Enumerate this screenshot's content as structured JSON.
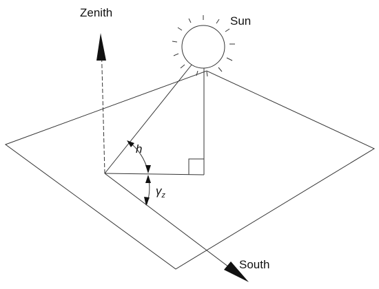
{
  "labels": {
    "zenith": "Zenith",
    "sun": "Sun",
    "south": "South",
    "altitude_angle": "h",
    "azimuth_angle_symbol": "γ",
    "azimuth_angle_subscript": "z"
  },
  "colors": {
    "line": "#333333",
    "arrow": "#111111",
    "background": "#ffffff"
  }
}
